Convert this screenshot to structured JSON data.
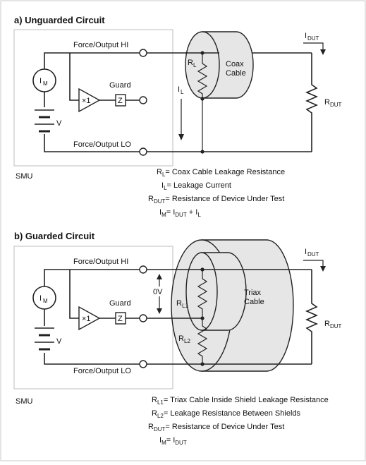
{
  "diagram": {
    "border_color": "#c8c8c8",
    "smu_box_color": "#bdbdbd",
    "cable_fill": "#e6e6e6",
    "panel_a": {
      "title": "a) Unguarded Circuit",
      "force_hi": "Force/Output HI",
      "force_lo": "Force/Output LO",
      "guard": "Guard",
      "buffer": "×1",
      "z": "Z",
      "im_main": "I",
      "im_sub": "M",
      "v": "V",
      "smu": "SMU",
      "rl_main": "R",
      "rl_sub": "L",
      "il_main": "I",
      "il_sub": "L",
      "cable": [
        "Coax",
        "Cable"
      ],
      "idut_main": "I",
      "idut_sub": "DUT",
      "rdut_main": "R",
      "rdut_sub": "DUT",
      "legend": [
        {
          "sym": "R",
          "sub": "L",
          "text": "= Coax Cable Leakage Resistance"
        },
        {
          "sym": "I",
          "sub": "L",
          "text": "= Leakage Current"
        },
        {
          "sym": "R",
          "sub": "DUT",
          "text": "= Resistance of Device Under Test"
        },
        {
          "sym": "I",
          "sub": "M",
          "text": "= I",
          "sub2": "DUT",
          "text2": " + I",
          "sub3": "L"
        }
      ]
    },
    "panel_b": {
      "title": "b) Guarded Circuit",
      "force_hi": "Force/Output HI",
      "force_lo": "Force/Output LO",
      "guard": "Guard",
      "buffer": "×1",
      "z": "Z",
      "im_main": "I",
      "im_sub": "M",
      "v": "V",
      "smu": "SMU",
      "zero_v": "0V",
      "rl1_main": "R",
      "rl1_sub": "L1",
      "rl2_main": "R",
      "rl2_sub": "L2",
      "cable": [
        "Triax",
        "Cable"
      ],
      "idut_main": "I",
      "idut_sub": "DUT",
      "rdut_main": "R",
      "rdut_sub": "DUT",
      "legend": [
        {
          "sym": "R",
          "sub": "L1",
          "text": "= Triax Cable Inside Shield Leakage Resistance"
        },
        {
          "sym": "R",
          "sub": "L2",
          "text": "= Leakage Resistance Between Shields"
        },
        {
          "sym": "R",
          "sub": "DUT",
          "text": "= Resistance of Device Under Test"
        },
        {
          "sym": "I",
          "sub": "M",
          "text": "= I",
          "sub2": "DUT"
        }
      ]
    }
  }
}
